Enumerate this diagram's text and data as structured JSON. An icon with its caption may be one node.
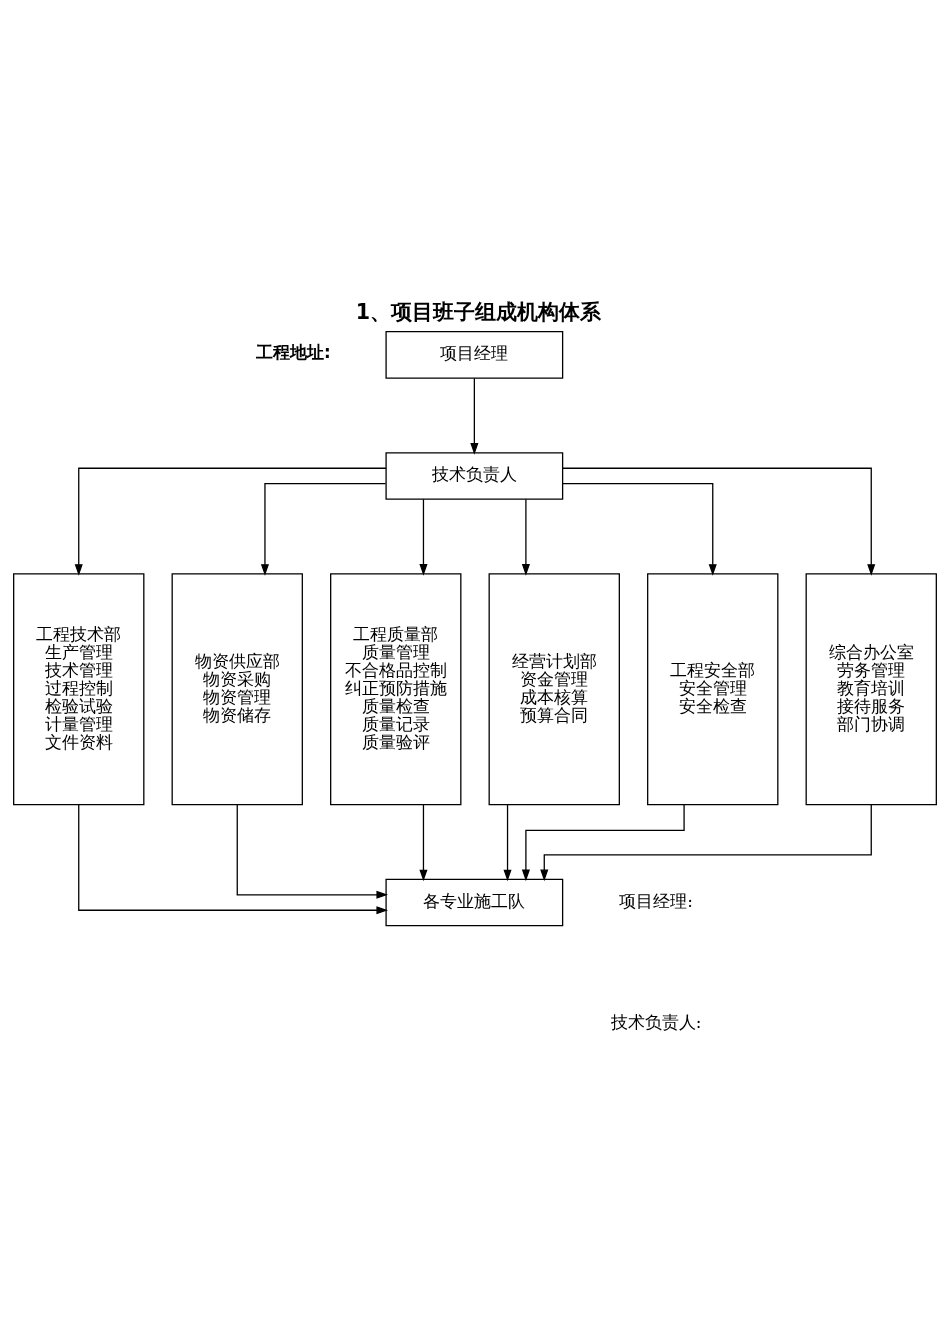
{
  "diagram": {
    "title": "1、项目班子组成机构体系",
    "nodes": [
      {
        "text": [
          "项目经理"
        ]
      },
      {
        "text": [
          "技术负责人"
        ]
      },
      {
        "text": [
          "工程技术部",
          "生产管理",
          "技术管理",
          "过程控制",
          "检验试验",
          "计量管理",
          "文件资料"
        ]
      },
      {
        "text": [
          "物资供应部",
          "物资采购",
          "物资管理",
          "物资储存"
        ]
      },
      {
        "text": [
          "工程质量部",
          "质量管理",
          "不合格品控制",
          "纠正预防措施",
          "质量检查",
          "质量记录",
          "质量验评"
        ]
      },
      {
        "text": [
          "经营计划部",
          "资金管理",
          "成本核算",
          "预算合同"
        ]
      },
      {
        "text": [
          "工程安全部",
          "安全管理",
          "安全检查"
        ]
      },
      {
        "text": [
          "综合办公室",
          "劳务管理",
          "教育培训",
          "接待服务",
          "部门协调"
        ]
      },
      {
        "text": [
          "各专业施工队"
        ]
      }
    ],
    "edges": [
      {
        "from": 0,
        "to": 1,
        "arrow": "to"
      },
      {
        "from": 1,
        "to": 2,
        "arrow": "to"
      },
      {
        "from": 1,
        "to": 3,
        "arrow": "to"
      },
      {
        "from": 1,
        "to": 4,
        "arrow": "to"
      },
      {
        "from": 1,
        "to": 5,
        "arrow": "to"
      },
      {
        "from": 1,
        "to": 6,
        "arrow": "to"
      },
      {
        "from": 1,
        "to": 7,
        "arrow": "to"
      },
      {
        "from": 2,
        "to": 8,
        "arrow": "to"
      },
      {
        "from": 3,
        "to": 8,
        "arrow": "to"
      },
      {
        "from": 4,
        "to": 8,
        "arrow": "to"
      },
      {
        "from": 5,
        "to": 8,
        "arrow": "to"
      },
      {
        "from": 6,
        "to": 8,
        "arrow": "to"
      },
      {
        "from": 7,
        "to": 8,
        "arrow": "to"
      }
    ],
    "labels": [
      "工程地址:",
      "项目经理:",
      "技术负责人:"
    ]
  }
}
